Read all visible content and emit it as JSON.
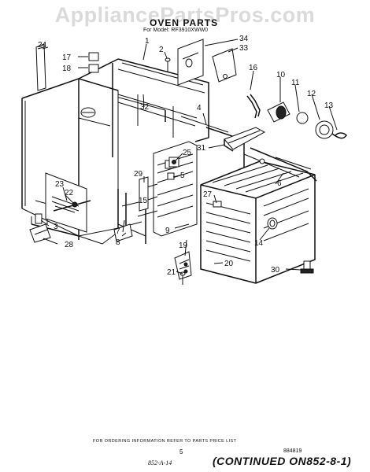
{
  "watermark": "AppliancePartsPros.com",
  "header": {
    "title": "OVEN PARTS",
    "model": "For Model: RF3910XWW0"
  },
  "footer": {
    "note": "FOR ORDERING INFORMATION REFER TO PARTS PRICE LIST",
    "page_number": "5",
    "code": "884819",
    "handwritten": "852-A-14",
    "continued": "(CONTINUED ON852-8-1)"
  },
  "callouts": [
    "1",
    "2",
    "3",
    "4",
    "5",
    "6",
    "7",
    "8",
    "9",
    "10",
    "11",
    "12",
    "13",
    "14",
    "15",
    "16",
    "17",
    "18",
    "19",
    "20",
    "21",
    "22",
    "23",
    "24",
    "25",
    "27",
    "28",
    "29",
    "30",
    "31",
    "32",
    "33",
    "34"
  ]
}
